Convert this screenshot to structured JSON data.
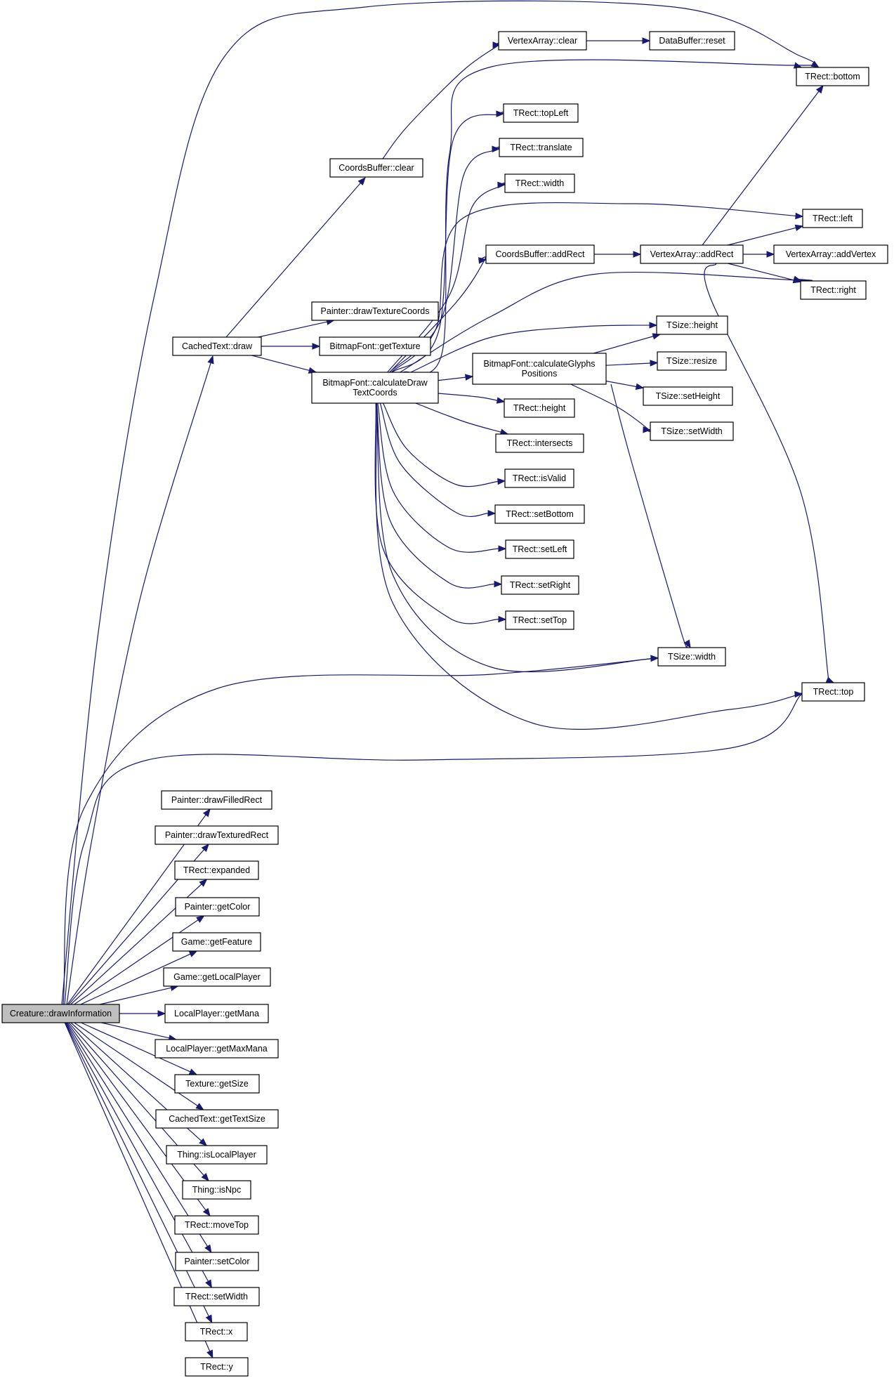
{
  "diagram": {
    "edge_color": "#191970",
    "root_fill": "#bfbfbf",
    "nodes": [
      {
        "id": "root",
        "lines": [
          "Creature::drawInformation"
        ],
        "root": true
      },
      {
        "id": "cachedDraw",
        "lines": [
          "CachedText::draw"
        ]
      },
      {
        "id": "coordsClear",
        "lines": [
          "CoordsBuffer::clear"
        ]
      },
      {
        "id": "vaClear",
        "lines": [
          "VertexArray::clear"
        ]
      },
      {
        "id": "dbReset",
        "lines": [
          "DataBuffer::reset"
        ]
      },
      {
        "id": "rBottom",
        "lines": [
          "TRect::bottom"
        ]
      },
      {
        "id": "rTopLeft",
        "lines": [
          "TRect::topLeft"
        ]
      },
      {
        "id": "rTranslate",
        "lines": [
          "TRect::translate"
        ]
      },
      {
        "id": "rWidth",
        "lines": [
          "TRect::width"
        ]
      },
      {
        "id": "rLeft",
        "lines": [
          "TRect::left"
        ]
      },
      {
        "id": "cbAddRect",
        "lines": [
          "CoordsBuffer::addRect"
        ]
      },
      {
        "id": "vaAddRect",
        "lines": [
          "VertexArray::addRect"
        ]
      },
      {
        "id": "vaAddVertex",
        "lines": [
          "VertexArray::addVertex"
        ]
      },
      {
        "id": "rRight",
        "lines": [
          "TRect::right"
        ]
      },
      {
        "id": "pDrawTexCoords",
        "lines": [
          "Painter::drawTextureCoords"
        ]
      },
      {
        "id": "bfGetTexture",
        "lines": [
          "BitmapFont::getTexture"
        ]
      },
      {
        "id": "bfCalcDraw",
        "lines": [
          "BitmapFont::calculateDraw",
          "TextCoords"
        ]
      },
      {
        "id": "bfCalcGlyphs",
        "lines": [
          "BitmapFont::calculateGlyphs",
          "Positions"
        ]
      },
      {
        "id": "sHeight",
        "lines": [
          "TSize::height"
        ]
      },
      {
        "id": "sResize",
        "lines": [
          "TSize::resize"
        ]
      },
      {
        "id": "sSetHeight",
        "lines": [
          "TSize::setHeight"
        ]
      },
      {
        "id": "sSetWidth",
        "lines": [
          "TSize::setWidth"
        ]
      },
      {
        "id": "rHeight",
        "lines": [
          "TRect::height"
        ]
      },
      {
        "id": "rIntersects",
        "lines": [
          "TRect::intersects"
        ]
      },
      {
        "id": "rIsValid",
        "lines": [
          "TRect::isValid"
        ]
      },
      {
        "id": "rSetBottom",
        "lines": [
          "TRect::setBottom"
        ]
      },
      {
        "id": "rSetLeft",
        "lines": [
          "TRect::setLeft"
        ]
      },
      {
        "id": "rSetRight",
        "lines": [
          "TRect::setRight"
        ]
      },
      {
        "id": "rSetTop",
        "lines": [
          "TRect::setTop"
        ]
      },
      {
        "id": "sWidth",
        "lines": [
          "TSize::width"
        ]
      },
      {
        "id": "rTop",
        "lines": [
          "TRect::top"
        ]
      },
      {
        "id": "pDrawFilledRect",
        "lines": [
          "Painter::drawFilledRect"
        ]
      },
      {
        "id": "pDrawTexturedRect",
        "lines": [
          "Painter::drawTexturedRect"
        ]
      },
      {
        "id": "rExpanded",
        "lines": [
          "TRect::expanded"
        ]
      },
      {
        "id": "pGetColor",
        "lines": [
          "Painter::getColor"
        ]
      },
      {
        "id": "gGetFeature",
        "lines": [
          "Game::getFeature"
        ]
      },
      {
        "id": "gGetLocalPlayer",
        "lines": [
          "Game::getLocalPlayer"
        ]
      },
      {
        "id": "lpGetMana",
        "lines": [
          "LocalPlayer::getMana"
        ]
      },
      {
        "id": "lpGetMaxMana",
        "lines": [
          "LocalPlayer::getMaxMana"
        ]
      },
      {
        "id": "tGetSize",
        "lines": [
          "Texture::getSize"
        ]
      },
      {
        "id": "ctGetTextSize",
        "lines": [
          "CachedText::getTextSize"
        ]
      },
      {
        "id": "thIsLocalPlayer",
        "lines": [
          "Thing::isLocalPlayer"
        ]
      },
      {
        "id": "thIsNpc",
        "lines": [
          "Thing::isNpc"
        ]
      },
      {
        "id": "rMoveTop",
        "lines": [
          "TRect::moveTop"
        ]
      },
      {
        "id": "pSetColor",
        "lines": [
          "Painter::setColor"
        ]
      },
      {
        "id": "rSetWidth",
        "lines": [
          "TRect::setWidth"
        ]
      },
      {
        "id": "rX",
        "lines": [
          "TRect::x"
        ]
      },
      {
        "id": "rY",
        "lines": [
          "TRect::y"
        ]
      }
    ],
    "edges": [
      [
        "root",
        "cachedDraw"
      ],
      [
        "root",
        "rBottom"
      ],
      [
        "root",
        "sWidth"
      ],
      [
        "root",
        "rTop"
      ],
      [
        "root",
        "pDrawFilledRect"
      ],
      [
        "root",
        "pDrawTexturedRect"
      ],
      [
        "root",
        "rExpanded"
      ],
      [
        "root",
        "pGetColor"
      ],
      [
        "root",
        "gGetFeature"
      ],
      [
        "root",
        "gGetLocalPlayer"
      ],
      [
        "root",
        "lpGetMana"
      ],
      [
        "root",
        "lpGetMaxMana"
      ],
      [
        "root",
        "tGetSize"
      ],
      [
        "root",
        "ctGetTextSize"
      ],
      [
        "root",
        "thIsLocalPlayer"
      ],
      [
        "root",
        "thIsNpc"
      ],
      [
        "root",
        "rMoveTop"
      ],
      [
        "root",
        "pSetColor"
      ],
      [
        "root",
        "rSetWidth"
      ],
      [
        "root",
        "rX"
      ],
      [
        "root",
        "rY"
      ],
      [
        "cachedDraw",
        "coordsClear"
      ],
      [
        "cachedDraw",
        "pDrawTexCoords"
      ],
      [
        "cachedDraw",
        "bfGetTexture"
      ],
      [
        "cachedDraw",
        "bfCalcDraw"
      ],
      [
        "coordsClear",
        "vaClear"
      ],
      [
        "vaClear",
        "dbReset"
      ],
      [
        "bfCalcDraw",
        "rBottom"
      ],
      [
        "bfCalcDraw",
        "rTopLeft"
      ],
      [
        "bfCalcDraw",
        "rTranslate"
      ],
      [
        "bfCalcDraw",
        "rWidth"
      ],
      [
        "bfCalcDraw",
        "rLeft"
      ],
      [
        "bfCalcDraw",
        "cbAddRect"
      ],
      [
        "bfCalcDraw",
        "rRight"
      ],
      [
        "bfCalcDraw",
        "sHeight"
      ],
      [
        "bfCalcDraw",
        "bfCalcGlyphs"
      ],
      [
        "bfCalcDraw",
        "rHeight"
      ],
      [
        "bfCalcDraw",
        "rIntersects"
      ],
      [
        "bfCalcDraw",
        "rIsValid"
      ],
      [
        "bfCalcDraw",
        "rSetBottom"
      ],
      [
        "bfCalcDraw",
        "rSetLeft"
      ],
      [
        "bfCalcDraw",
        "rSetRight"
      ],
      [
        "bfCalcDraw",
        "rSetTop"
      ],
      [
        "bfCalcDraw",
        "sWidth"
      ],
      [
        "bfCalcDraw",
        "rTop"
      ],
      [
        "cbAddRect",
        "vaAddRect"
      ],
      [
        "vaAddRect",
        "rBottom"
      ],
      [
        "vaAddRect",
        "rLeft"
      ],
      [
        "vaAddRect",
        "vaAddVertex"
      ],
      [
        "vaAddRect",
        "rRight"
      ],
      [
        "vaAddRect",
        "rTop"
      ],
      [
        "bfCalcGlyphs",
        "sHeight"
      ],
      [
        "bfCalcGlyphs",
        "sResize"
      ],
      [
        "bfCalcGlyphs",
        "sSetHeight"
      ],
      [
        "bfCalcGlyphs",
        "sSetWidth"
      ],
      [
        "bfCalcGlyphs",
        "sWidth"
      ]
    ]
  }
}
